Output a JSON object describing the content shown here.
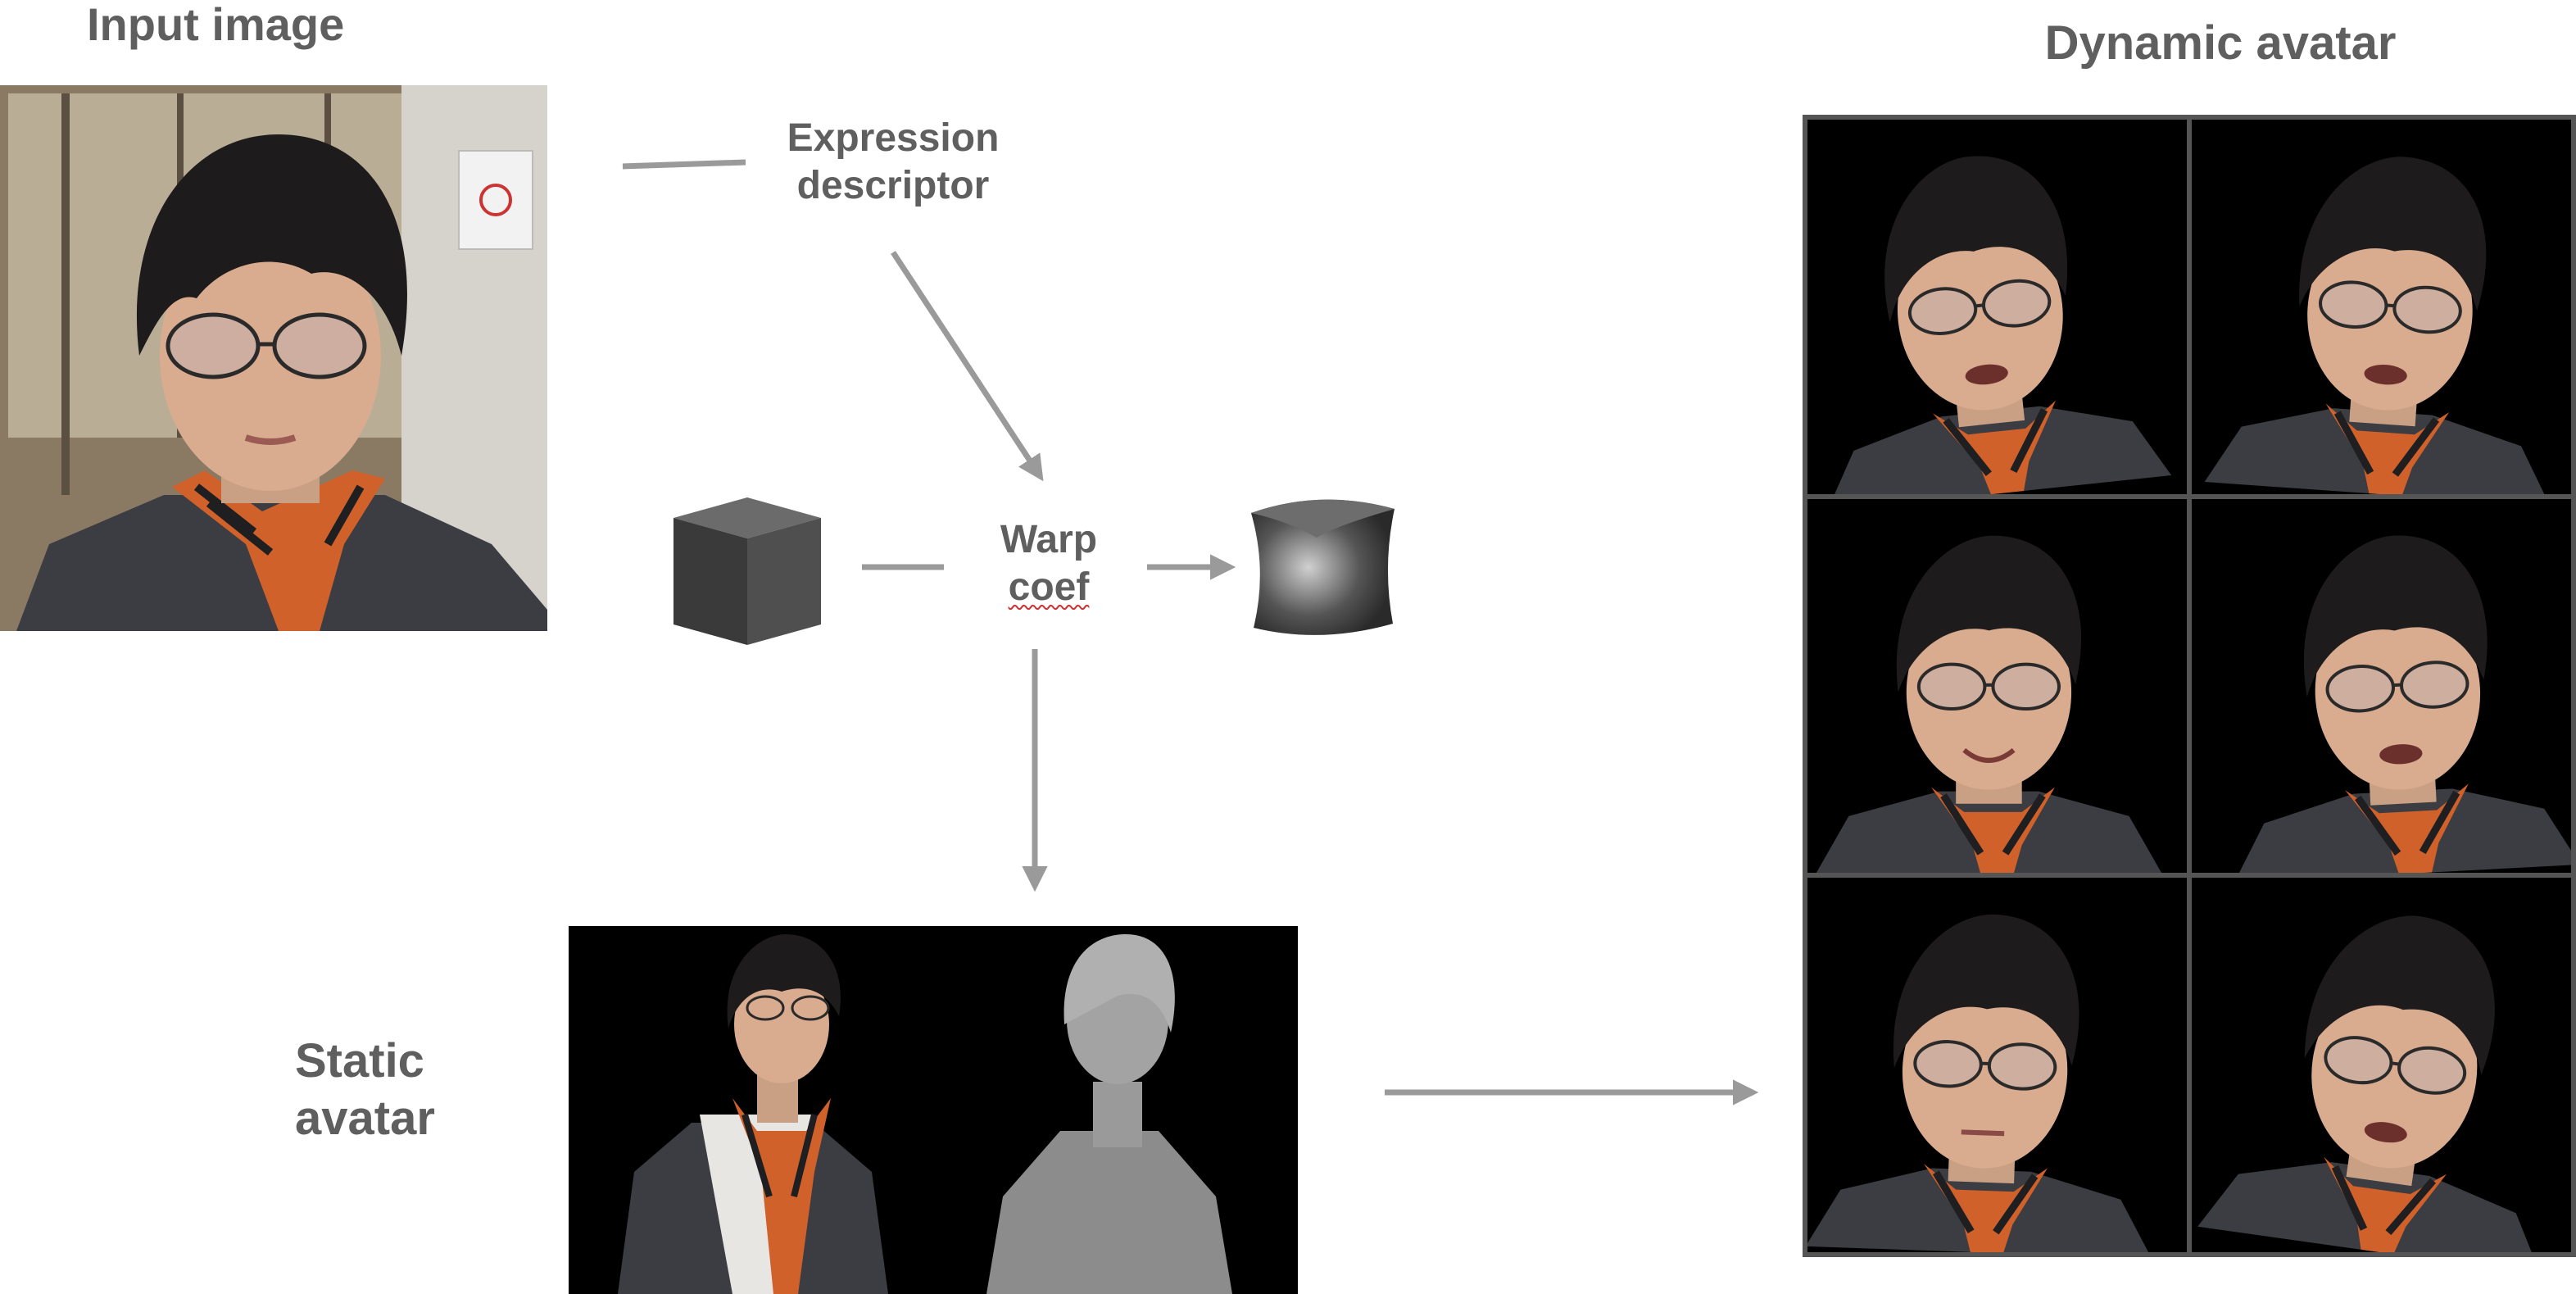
{
  "labels": {
    "input_image": "Input image",
    "expression_line1": "Expression",
    "expression_line2": "descriptor",
    "warp_line1": "Warp",
    "warp_line2": "coef",
    "static_line1": "Static",
    "static_line2": "avatar",
    "dynamic_avatar": "Dynamic avatar"
  },
  "colors": {
    "text": "#5f5f5f",
    "arrow": "#9a9a9a",
    "grid_border": "#555555",
    "scarf_orange": "#d0612a",
    "hair": "#1e1b1c",
    "skin": "#d9ab8f",
    "jacket": "#3b3d42"
  },
  "dynamic_avatar_grid": {
    "rows": 3,
    "cols": 2
  }
}
